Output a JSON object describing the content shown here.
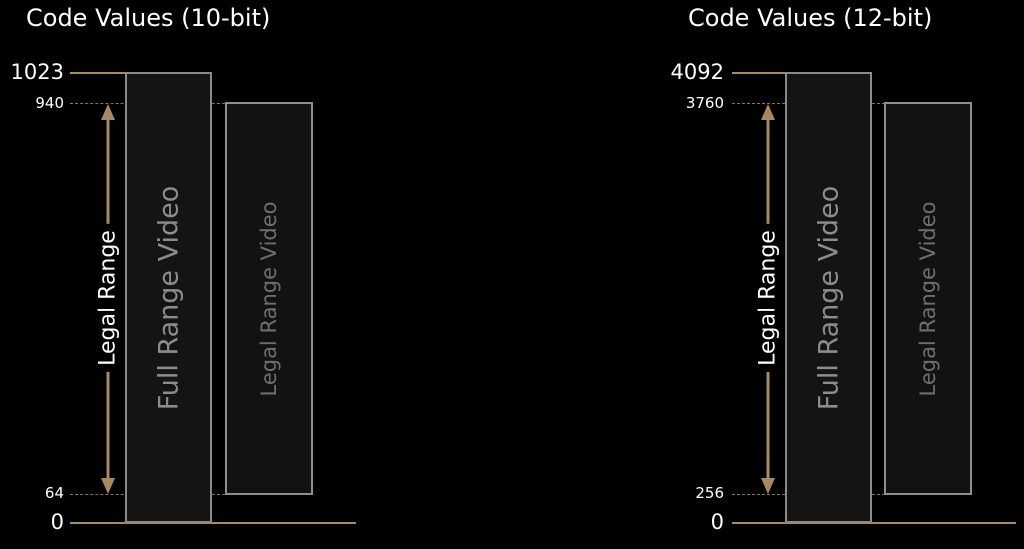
{
  "colors": {
    "background": "#000000",
    "axis_line": "#a88a62",
    "arrow": "#a88a62",
    "bar_border": "#8a8a8a",
    "full_text": "#8c8c8c",
    "legal_text": "#6e6e6e"
  },
  "panels": [
    {
      "title": "Code Values (10-bit)",
      "max_label": "1023",
      "legal_high_label": "940",
      "legal_low_label": "64",
      "zero_label": "0",
      "range_label": "Legal Range",
      "full_bar_label": "Full Range Video",
      "legal_bar_label": "Legal Range Video"
    },
    {
      "title": "Code Values (12-bit)",
      "max_label": "4092",
      "legal_high_label": "3760",
      "legal_low_label": "256",
      "zero_label": "0",
      "range_label": "Legal Range",
      "full_bar_label": "Full Range Video",
      "legal_bar_label": "Legal Range Video"
    }
  ]
}
